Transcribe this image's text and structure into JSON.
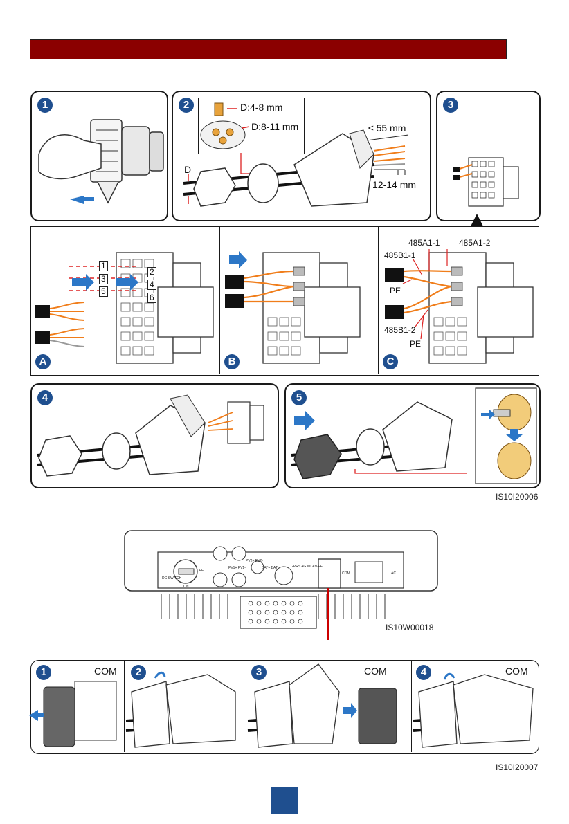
{
  "steps_top": [
    "1",
    "2",
    "3"
  ],
  "step2": {
    "d_small": "D:4-8 mm",
    "d_large": "D:8-11 mm",
    "d_label": "D",
    "strip_len": "≤ 55 mm",
    "bare_len": "12-14 mm"
  },
  "sub_steps": [
    "A",
    "B",
    "C"
  ],
  "pins": [
    "1",
    "2",
    "3",
    "4",
    "5",
    "6"
  ],
  "stepC": {
    "a1_1": "485A1-1",
    "a1_2": "485A1-2",
    "b1_1": "485B1-1",
    "b1_2": "485B1-2",
    "pe_1": "PE",
    "pe_2": "PE"
  },
  "steps_mid": [
    "4",
    "5"
  ],
  "fig_code_1": "IS10I20006",
  "device": {
    "fig_code": "IS10W00018",
    "labels": [
      "DC SWITCH",
      "OFF",
      "ON",
      "PV1+ PV1-",
      "PV2+ PV2-",
      "BAT+ BAT-",
      "GPRS 4G WLAN-FE",
      "COM",
      "AC"
    ]
  },
  "bottom_steps": [
    {
      "num": "1",
      "label": "COM"
    },
    {
      "num": "2",
      "label": ""
    },
    {
      "num": "3",
      "label": "COM"
    },
    {
      "num": "4",
      "label": "COM"
    }
  ],
  "fig_code_2": "IS10I20007",
  "colors": {
    "header": "#8b0000",
    "badge": "#1f4f8f",
    "wire": "#f07d1a",
    "accent_red": "#d22"
  }
}
